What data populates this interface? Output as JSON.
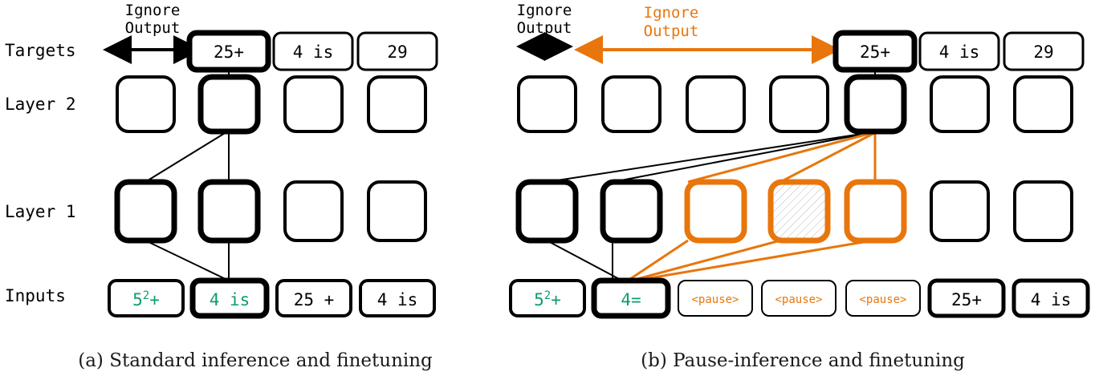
{
  "figure": {
    "background": "#ffffff",
    "colors": {
      "ink": "#000000",
      "accent_orange": "#e8760c",
      "token_green": "#0f9d6e"
    },
    "row_labels": [
      {
        "name": "targets",
        "label": "Targets"
      },
      {
        "name": "layer2",
        "label": "Layer 2"
      },
      {
        "name": "layer1",
        "label": "Layer 1"
      },
      {
        "name": "inputs",
        "label": "Inputs"
      }
    ]
  },
  "panel_a": {
    "caption": "(a) Standard inference and finetuning",
    "annotation": {
      "line1": "Ignore",
      "line2": "Output",
      "color": "#000000"
    },
    "targets": [
      {
        "text": "25+",
        "emphasis": "bold",
        "style": "plain"
      },
      {
        "text": "4 is",
        "emphasis": "thin",
        "style": "plain"
      },
      {
        "text": "29",
        "emphasis": "thin",
        "style": "plain"
      }
    ],
    "layer2": [
      {
        "emphasis": "thin"
      },
      {
        "emphasis": "bold"
      },
      {
        "emphasis": "thin"
      },
      {
        "emphasis": "thin"
      }
    ],
    "layer1": [
      {
        "emphasis": "bold"
      },
      {
        "emphasis": "bold"
      },
      {
        "emphasis": "thin"
      },
      {
        "emphasis": "thin"
      }
    ],
    "inputs": [
      {
        "text": "5",
        "sup": "2",
        "tail": "+",
        "emphasis": "thin",
        "color": "green"
      },
      {
        "text": "4 is",
        "emphasis": "bold",
        "color": "green"
      },
      {
        "text": "25 +",
        "emphasis": "thin",
        "color": "ink"
      },
      {
        "text": "4 is",
        "emphasis": "thin",
        "color": "ink"
      }
    ]
  },
  "panel_b": {
    "caption": "(b) Pause-inference and finetuning",
    "annotation_black": {
      "line1": "Ignore",
      "line2": "Output",
      "color": "#000000"
    },
    "annotation_orange": {
      "line1": "Ignore",
      "line2": "Output",
      "color": "#e8760c"
    },
    "targets": [
      {
        "text": "25+",
        "emphasis": "bold",
        "style": "plain"
      },
      {
        "text": "4 is",
        "emphasis": "thin",
        "style": "plain"
      },
      {
        "text": "29",
        "emphasis": "thin",
        "style": "plain"
      }
    ],
    "layer2": [
      {
        "emphasis": "thin"
      },
      {
        "emphasis": "thin"
      },
      {
        "emphasis": "thin"
      },
      {
        "emphasis": "thin"
      },
      {
        "emphasis": "bold"
      },
      {
        "emphasis": "thin"
      },
      {
        "emphasis": "thin"
      }
    ],
    "layer1": [
      {
        "emphasis": "bold",
        "color": "ink"
      },
      {
        "emphasis": "bold",
        "color": "ink"
      },
      {
        "emphasis": "bold",
        "color": "orange"
      },
      {
        "emphasis": "bold",
        "color": "orange",
        "hatched": true
      },
      {
        "emphasis": "bold",
        "color": "orange"
      },
      {
        "emphasis": "thin",
        "color": "ink"
      },
      {
        "emphasis": "thin",
        "color": "ink"
      }
    ],
    "inputs": [
      {
        "text": "5",
        "sup": "2",
        "tail": "+",
        "emphasis": "thin",
        "color": "green"
      },
      {
        "text": "4=",
        "emphasis": "bold",
        "color": "green"
      },
      {
        "text": "<pause>",
        "emphasis": "thin",
        "color": "orange"
      },
      {
        "text": "<pause>",
        "emphasis": "thin",
        "color": "orange"
      },
      {
        "text": "<pause>",
        "emphasis": "thin",
        "color": "orange"
      },
      {
        "text": "25+",
        "emphasis": "bold",
        "color": "ink"
      },
      {
        "text": "4 is",
        "emphasis": "bold",
        "color": "ink"
      }
    ]
  }
}
